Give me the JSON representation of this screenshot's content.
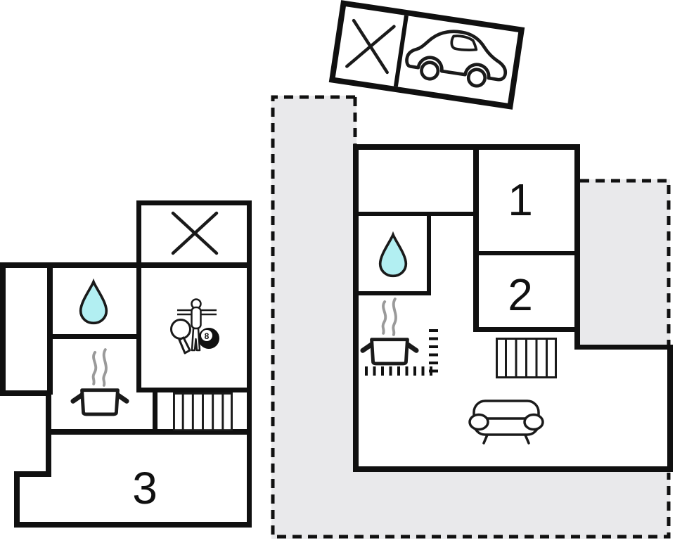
{
  "palette": {
    "wall": "#101010",
    "terrace_fill": "#e9e9eb",
    "water_drop_fill": "#b2eff2",
    "steam": "#9a9a9a",
    "background": "#ffffff"
  },
  "carport": {
    "cells": [
      "crossed-area-icon",
      "car-icon"
    ]
  },
  "floors": {
    "left_plan": {
      "rooms": [
        {
          "id": "bedroom-3",
          "label": "3"
        }
      ],
      "icons": [
        "crossed-area-icon",
        "water-drop-icon",
        "cooking-pot-icon",
        "game-room-icon",
        "stairs-icon"
      ]
    },
    "right_plan": {
      "rooms": [
        {
          "id": "bedroom-1",
          "label": "1"
        },
        {
          "id": "bedroom-2",
          "label": "2"
        }
      ],
      "icons": [
        "water-drop-icon",
        "cooking-pot-icon",
        "stairs-icon",
        "sofa-icon",
        "kitchen-boundary-ticks"
      ]
    }
  },
  "game_room": {
    "eight_ball_label": "8"
  }
}
